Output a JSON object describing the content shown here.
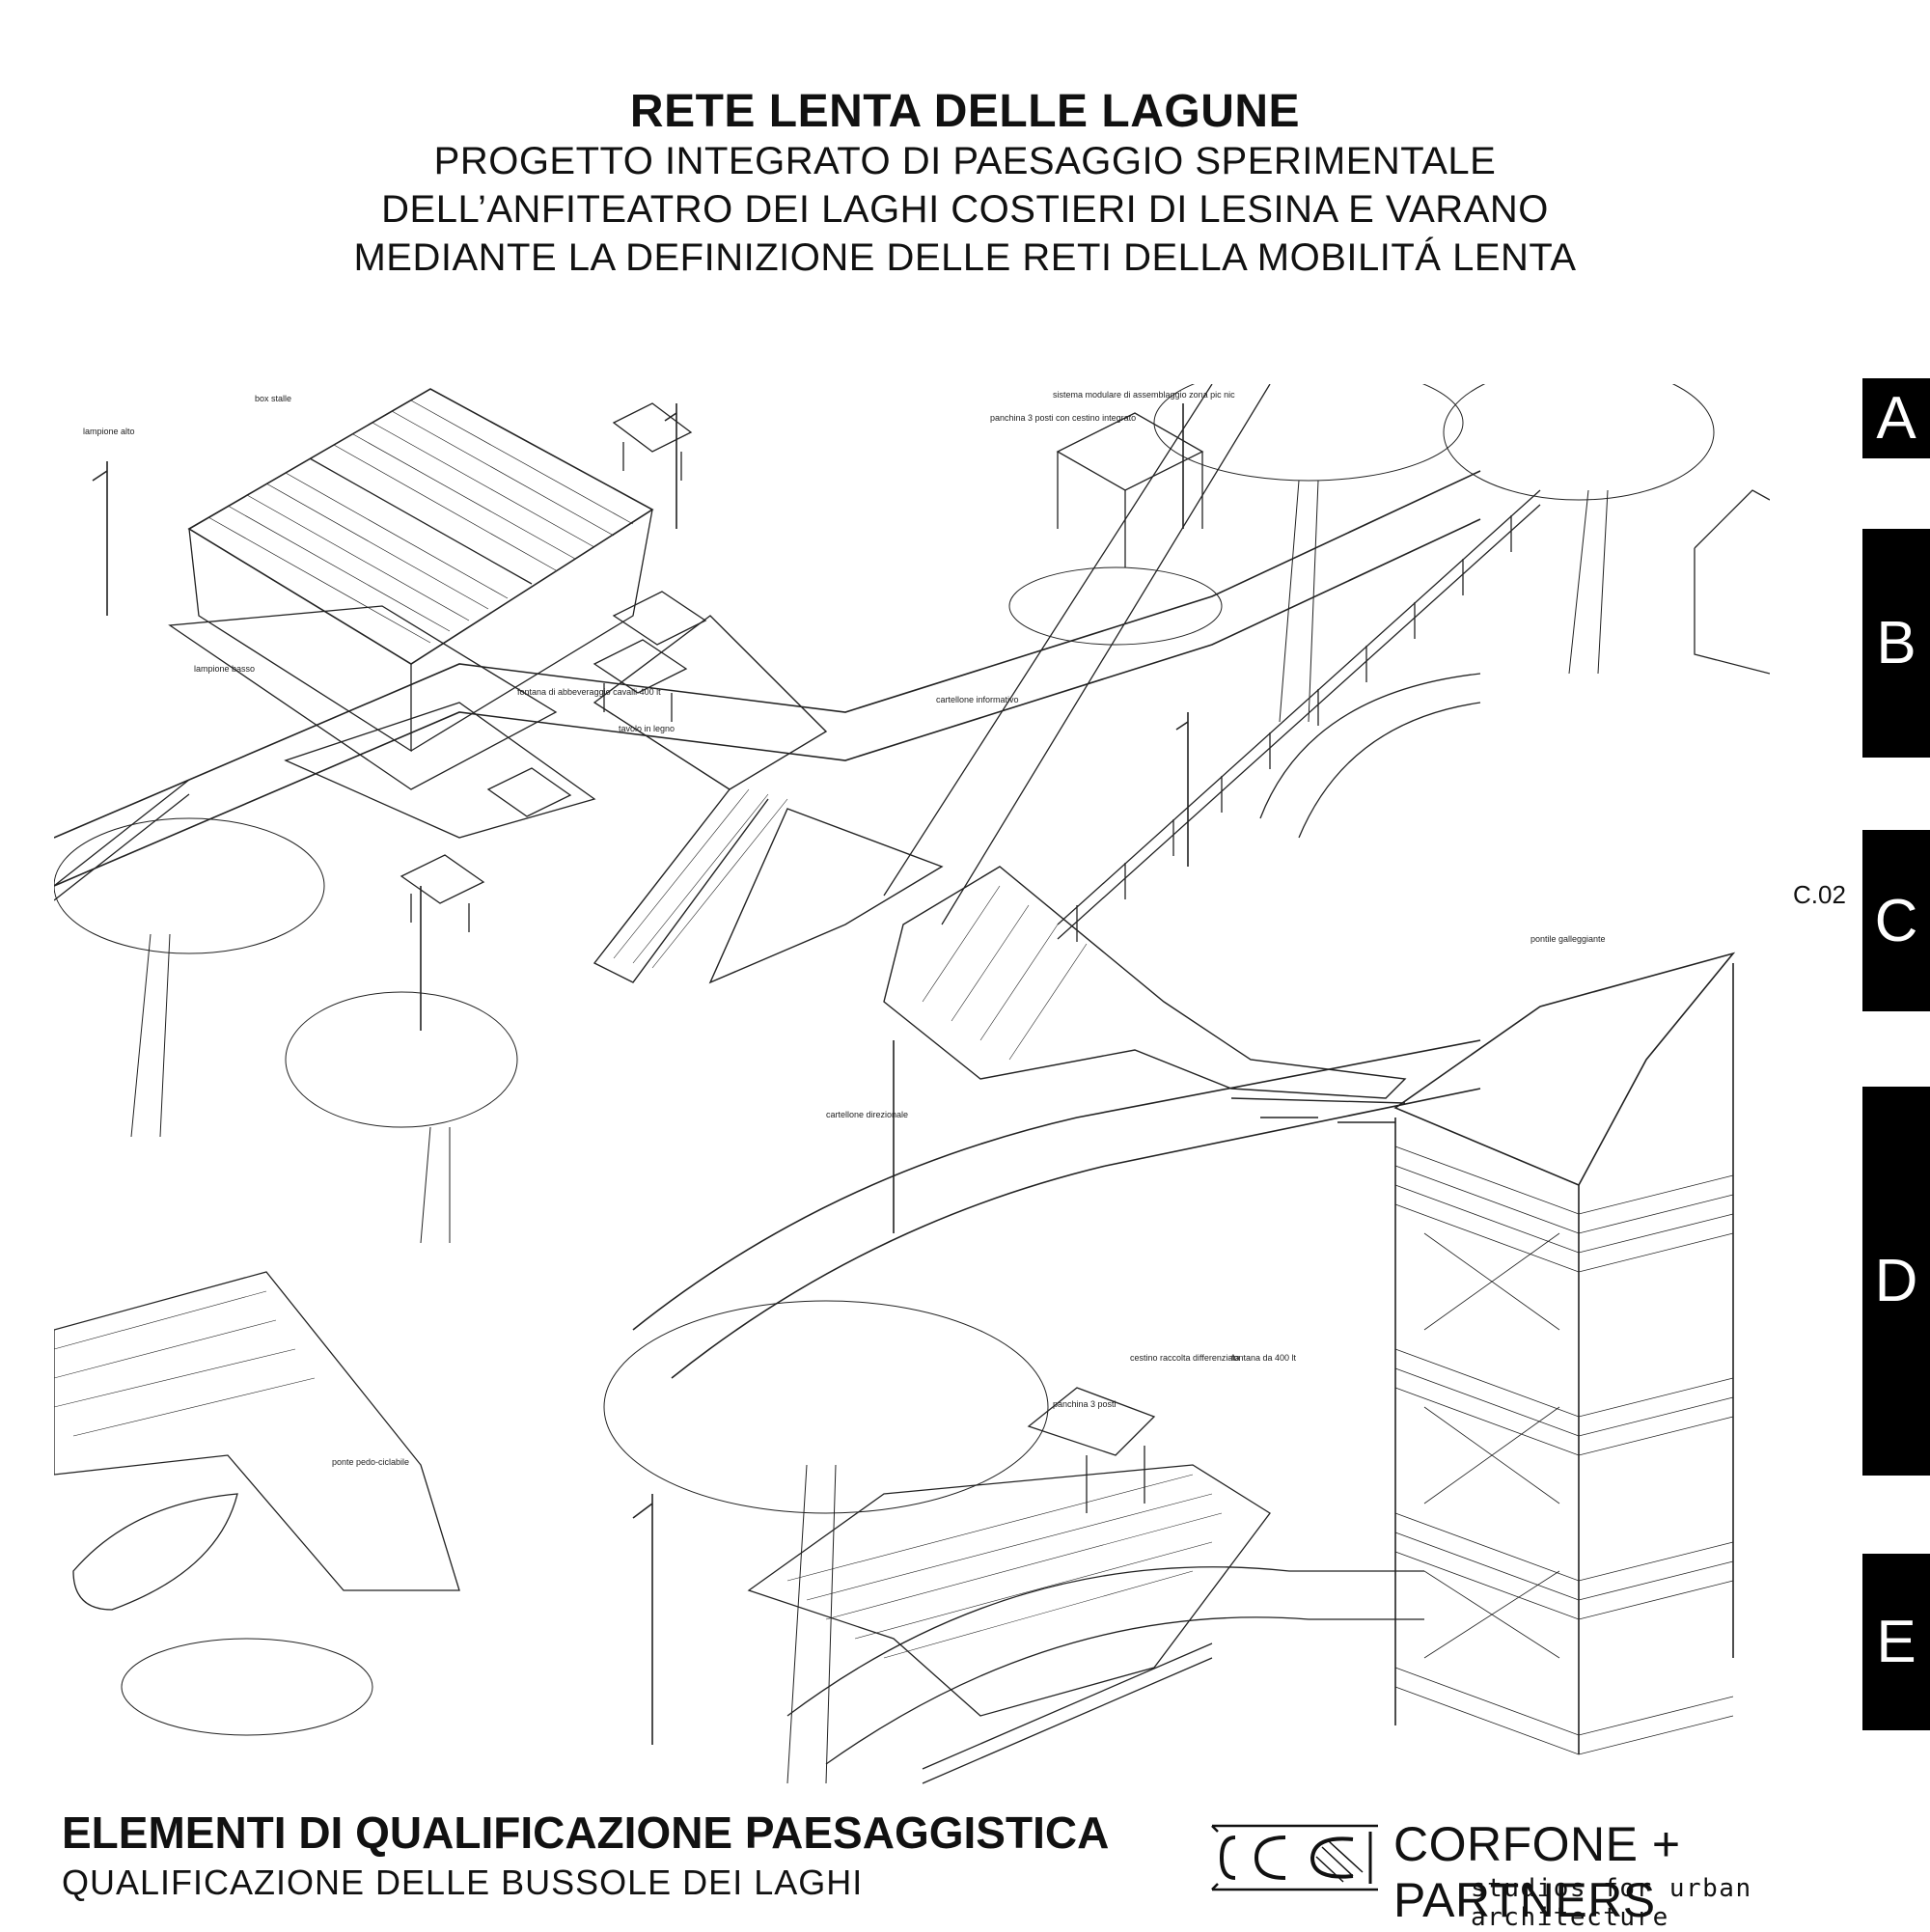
{
  "header": {
    "title": "RETE LENTA DELLE LAGUNE",
    "line1": "PROGETTO INTEGRATO DI PAESAGGIO SPERIMENTALE",
    "line2": "DELL’ANFITEATRO DEI LAGHI COSTIERI DI LESINA E VARANO",
    "line3": "MEDIANTE LA DEFINIZIONE DELLE RETI DELLA MOBILITÁ LENTA"
  },
  "tabs": [
    "A",
    "B",
    "C",
    "D",
    "E"
  ],
  "sheet_code": "C.02",
  "footer": {
    "title": "ELEMENTI DI QUALIFICAZIONE PAESAGGISTICA",
    "subtitle": "QUALIFICAZIONE DELLE BUSSOLE DEI LAGHI"
  },
  "brand": {
    "name": "CORFONE + PARTNERS",
    "tagline": "studios for urban architecture"
  },
  "drawing_labels": {
    "box_stalle": "box stalle",
    "lampione_alto": "lampione alto",
    "lampione_basso": "lampione basso",
    "fontana_abbeveraggio": "fontana di abbeveraggio cavalli 400 lt",
    "tavolo_legno": "tavolo in legno",
    "panchina_cestino": "panchina 3 posti con cestino integrato",
    "sistema_modulare": "sistema modulare di assemblaggio zona pic nic",
    "cartellone_informativo": "cartellone informativo",
    "cartellone_direzionale": "cartellone direzionale",
    "pontile_galleggiante": "pontile galleggiante",
    "ponte_pedo_ciclabile": "ponte pedo-ciclabile",
    "cestino_raccolta": "cestino raccolta differenziata",
    "fontana_400": "fontana da 400 lt",
    "panchina_3_posti": "panchina 3 posti"
  }
}
